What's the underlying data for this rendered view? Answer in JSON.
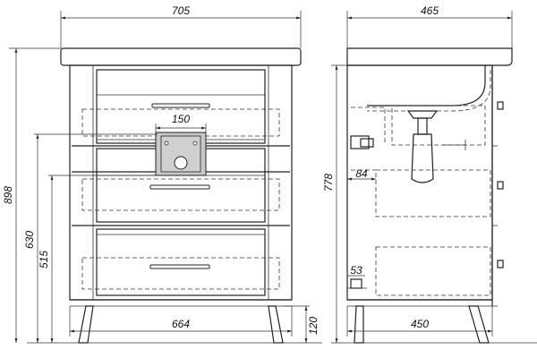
{
  "front_view": {
    "width_overall": "705",
    "height_overall": "898",
    "height_630": "630",
    "height_515": "515",
    "plate_width": "150",
    "inner_width": "664",
    "leg_height": "120"
  },
  "side_view": {
    "depth_overall": "465",
    "height_778": "778",
    "offset_84": "84",
    "offset_53": "53",
    "base_depth": "450"
  },
  "colors": {
    "line": "#222222",
    "plate_fill": "#c8c8c8",
    "background": "#ffffff"
  }
}
